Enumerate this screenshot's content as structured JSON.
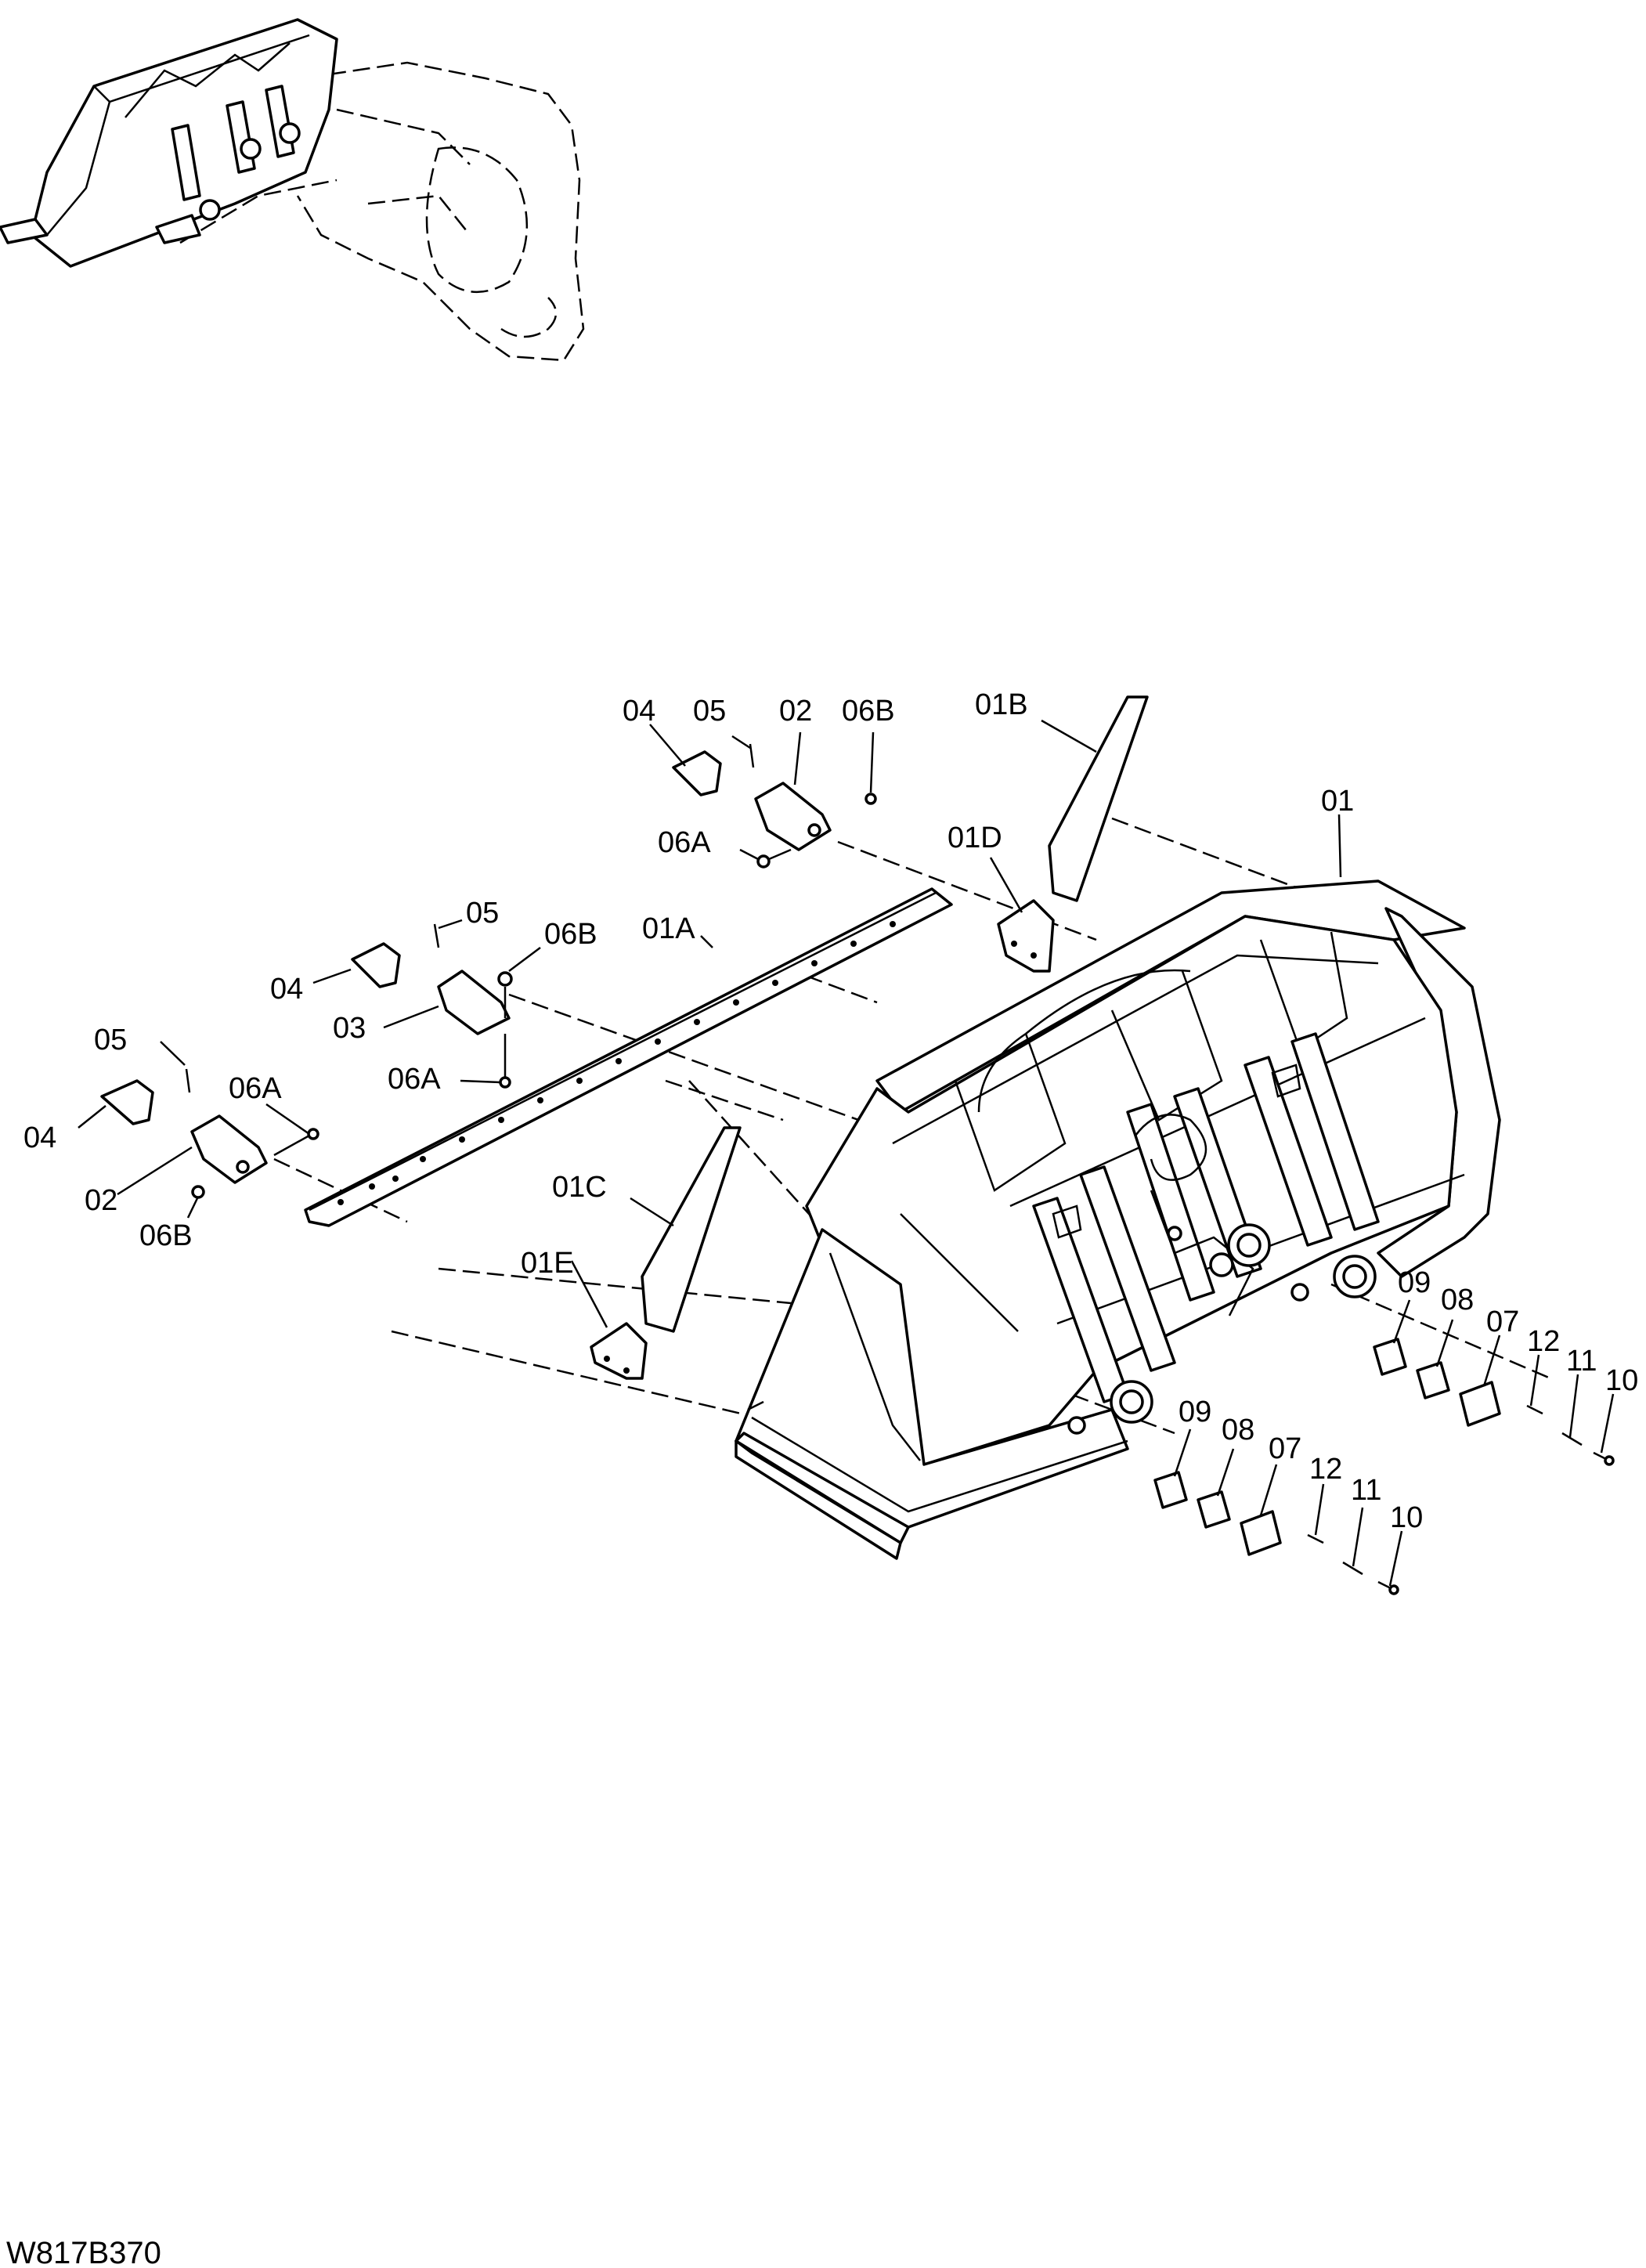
{
  "drawing_code": "W817B370",
  "labels": {
    "top_04": "04",
    "top_05": "05",
    "top_02": "02",
    "top_06b": "06B",
    "top_06a": "06A",
    "l01b": "01B",
    "l01d": "01D",
    "l01": "01",
    "l01a": "01A",
    "mid_05": "05",
    "mid_06b": "06B",
    "mid_04": "04",
    "mid_03": "03",
    "mid_06a": "06A",
    "left_05": "05",
    "left_06a": "06A",
    "left_04": "04",
    "left_02": "02",
    "left_06b": "06B",
    "l01c": "01C",
    "l01e": "01E",
    "r_09": "09",
    "r_08": "08",
    "r_07": "07",
    "r_12": "12",
    "r_11": "11",
    "r_10": "10",
    "b_09": "09",
    "b_08": "08",
    "b_07": "07",
    "b_12": "12",
    "b_11": "11",
    "b_10": "10"
  }
}
